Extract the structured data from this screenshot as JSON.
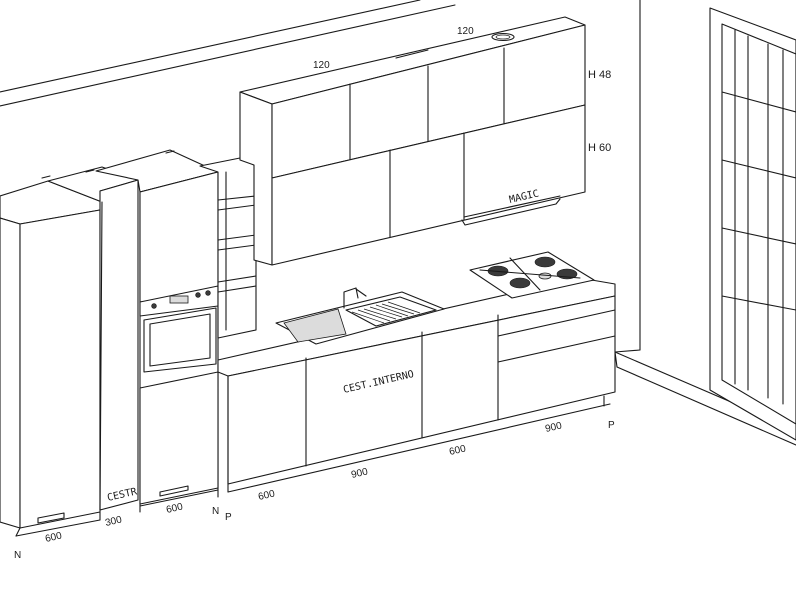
{
  "labels": {
    "top_width_a": "120",
    "top_width_b": "120",
    "height_48": "H 48",
    "height_60": "H 60",
    "hood_brand": "MAGIC",
    "drawer_label": "CEST.INTERNO",
    "tall_label": "CESTR",
    "base_600_left": "600",
    "base_300": "300",
    "base_600_mid": "600",
    "corner_n_left": "N",
    "corner_n_mid": "N",
    "corner_p_mid": "P",
    "run_600_a": "600",
    "run_900_a": "900",
    "run_600_b": "600",
    "run_900_b": "900",
    "corner_p_right": "P"
  }
}
